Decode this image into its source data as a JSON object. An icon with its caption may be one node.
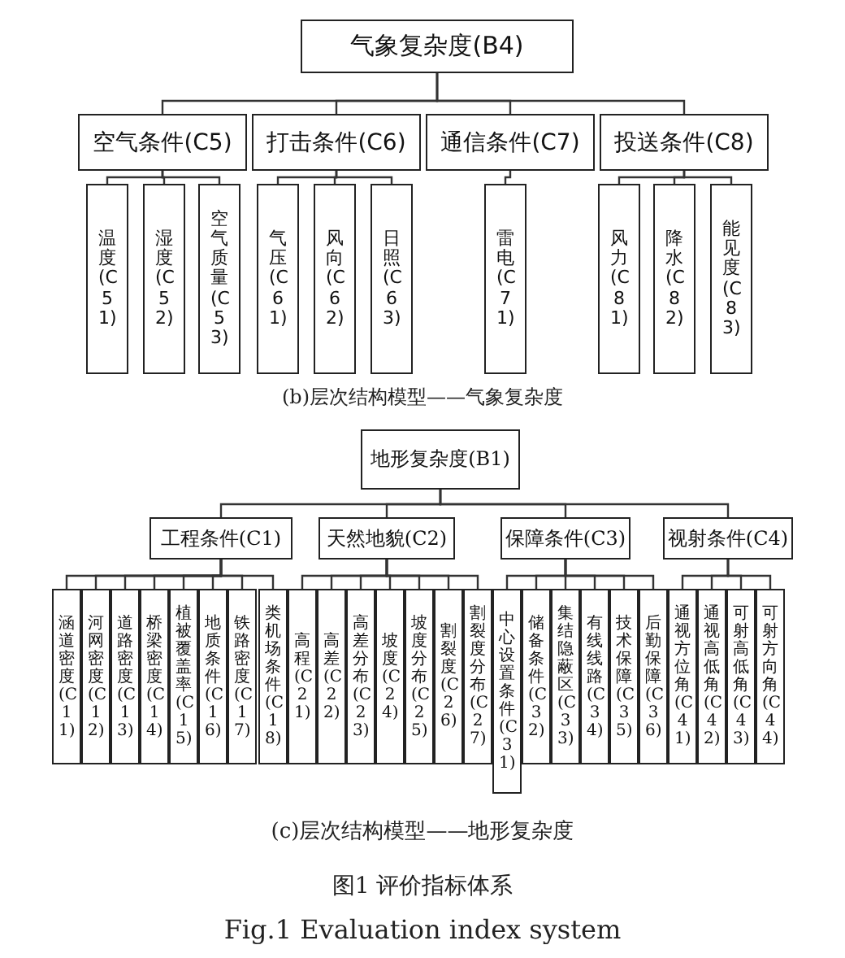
{
  "diagram": {
    "nodes": [
      {
        "text": [
          "气象复杂度(B4)"
        ]
      },
      {
        "text": [
          "空气条件(C5)"
        ]
      },
      {
        "text": [
          "打击条件(C6)"
        ]
      },
      {
        "text": [
          "通信条件(C7)"
        ]
      },
      {
        "text": [
          "投送条件(C8)"
        ]
      },
      {
        "text": [
          "温度(C51)"
        ]
      },
      {
        "text": [
          "湿度(C52)"
        ]
      },
      {
        "text": [
          "空气质量(C53)"
        ]
      },
      {
        "text": [
          "气压(C61)"
        ]
      },
      {
        "text": [
          "风向(C62)"
        ]
      },
      {
        "text": [
          "日照(C63)"
        ]
      },
      {
        "text": [
          "雷电(C71)"
        ]
      },
      {
        "text": [
          "风力(C81)"
        ]
      },
      {
        "text": [
          "降水(C82)"
        ]
      },
      {
        "text": [
          "能见度(C83)"
        ]
      },
      {
        "text": [
          "地形复杂度(B1)"
        ]
      },
      {
        "text": [
          "工程条件(C1)"
        ]
      },
      {
        "text": [
          "天然地貌(C2)"
        ]
      },
      {
        "text": [
          "保障条件(C3)"
        ]
      },
      {
        "text": [
          "视射条件(C4)"
        ]
      },
      {
        "text": [
          "涵道密度(C11)"
        ]
      },
      {
        "text": [
          "河网密度(C12)"
        ]
      },
      {
        "text": [
          "道路密度(C13)"
        ]
      },
      {
        "text": [
          "桥梁密度(C14)"
        ]
      },
      {
        "text": [
          "植被覆盖率(C15)"
        ]
      },
      {
        "text": [
          "地质条件(C16)"
        ]
      },
      {
        "text": [
          "铁路密度(C17)"
        ]
      },
      {
        "text": [
          "类机场条件(C18)"
        ]
      },
      {
        "text": [
          "高程(C21)"
        ]
      },
      {
        "text": [
          "高差(C22)"
        ]
      },
      {
        "text": [
          "高差分布(C23)"
        ]
      },
      {
        "text": [
          "坡度(C24)"
        ]
      },
      {
        "text": [
          "坡度分布(C25)"
        ]
      },
      {
        "text": [
          "割裂度(C26)"
        ]
      },
      {
        "text": [
          "割裂度分布(C27)"
        ]
      },
      {
        "text": [
          "中心设置条件(C31)"
        ]
      },
      {
        "text": [
          "储备条件(C32)"
        ]
      },
      {
        "text": [
          "集结隐蔽区(C33)"
        ]
      },
      {
        "text": [
          "有线线路(C34)"
        ]
      },
      {
        "text": [
          "技术保障(C35)"
        ]
      },
      {
        "text": [
          "后勤保障(C36)"
        ]
      },
      {
        "text": [
          "通视方位角(C41)"
        ]
      },
      {
        "text": [
          "通视高低角(C42)"
        ]
      },
      {
        "text": [
          "可射高低角(C43)"
        ]
      },
      {
        "text": [
          "可射方向角(C44)"
        ]
      }
    ],
    "edges": [
      {
        "from": 0,
        "to": 1,
        "arrow": "none"
      },
      {
        "from": 0,
        "to": 2,
        "arrow": "none"
      },
      {
        "from": 0,
        "to": 3,
        "arrow": "none"
      },
      {
        "from": 0,
        "to": 4,
        "arrow": "none"
      },
      {
        "from": 1,
        "to": 5,
        "arrow": "none"
      },
      {
        "from": 1,
        "to": 6,
        "arrow": "none"
      },
      {
        "from": 1,
        "to": 7,
        "arrow": "none"
      },
      {
        "from": 2,
        "to": 8,
        "arrow": "none"
      },
      {
        "from": 2,
        "to": 9,
        "arrow": "none"
      },
      {
        "from": 2,
        "to": 10,
        "arrow": "none"
      },
      {
        "from": 3,
        "to": 11,
        "arrow": "none"
      },
      {
        "from": 4,
        "to": 12,
        "arrow": "none"
      },
      {
        "from": 4,
        "to": 13,
        "arrow": "none"
      },
      {
        "from": 4,
        "to": 14,
        "arrow": "none"
      },
      {
        "from": 15,
        "to": 16,
        "arrow": "none"
      },
      {
        "from": 15,
        "to": 17,
        "arrow": "none"
      },
      {
        "from": 15,
        "to": 18,
        "arrow": "none"
      },
      {
        "from": 15,
        "to": 19,
        "arrow": "none"
      },
      {
        "from": 16,
        "to": 20,
        "arrow": "none"
      },
      {
        "from": 16,
        "to": 21,
        "arrow": "none"
      },
      {
        "from": 16,
        "to": 22,
        "arrow": "none"
      },
      {
        "from": 16,
        "to": 23,
        "arrow": "none"
      },
      {
        "from": 16,
        "to": 24,
        "arrow": "none"
      },
      {
        "from": 16,
        "to": 25,
        "arrow": "none"
      },
      {
        "from": 16,
        "to": 26,
        "arrow": "none"
      },
      {
        "from": 16,
        "to": 27,
        "arrow": "none"
      },
      {
        "from": 17,
        "to": 28,
        "arrow": "none"
      },
      {
        "from": 17,
        "to": 29,
        "arrow": "none"
      },
      {
        "from": 17,
        "to": 30,
        "arrow": "none"
      },
      {
        "from": 17,
        "to": 31,
        "arrow": "none"
      },
      {
        "from": 17,
        "to": 32,
        "arrow": "none"
      },
      {
        "from": 17,
        "to": 33,
        "arrow": "none"
      },
      {
        "from": 17,
        "to": 34,
        "arrow": "none"
      },
      {
        "from": 18,
        "to": 35,
        "arrow": "none"
      },
      {
        "from": 18,
        "to": 36,
        "arrow": "none"
      },
      {
        "from": 18,
        "to": 37,
        "arrow": "none"
      },
      {
        "from": 18,
        "to": 38,
        "arrow": "none"
      },
      {
        "from": 18,
        "to": 39,
        "arrow": "none"
      },
      {
        "from": 18,
        "to": 40,
        "arrow": "none"
      },
      {
        "from": 19,
        "to": 41,
        "arrow": "none"
      },
      {
        "from": 19,
        "to": 42,
        "arrow": "none"
      },
      {
        "from": 19,
        "to": 43,
        "arrow": "none"
      },
      {
        "from": 19,
        "to": 44,
        "arrow": "none"
      }
    ],
    "labels": [
      "(b)层次结构模型——气象复杂度",
      "(c)层次结构模型——地形复杂度",
      "图1 评价指标体系",
      "Fig.1 Evaluation index system"
    ]
  }
}
